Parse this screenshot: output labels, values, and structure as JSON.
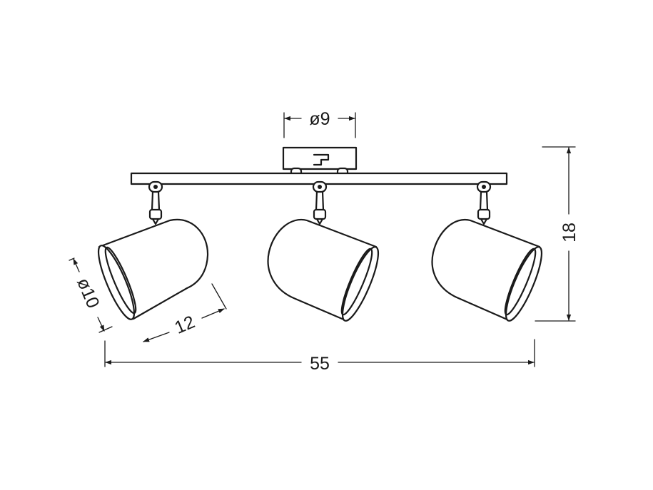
{
  "dimensions": {
    "canopy_diameter": "ø9",
    "shade_diameter": "ø10",
    "shade_length": "12",
    "total_width": "55",
    "total_height": "18"
  },
  "icons": {
    "fixture": "spotlight-three-head-icon",
    "arrow": "dimension-arrow-icon"
  },
  "colors": {
    "line": "#1a1a1a",
    "background": "#ffffff"
  }
}
